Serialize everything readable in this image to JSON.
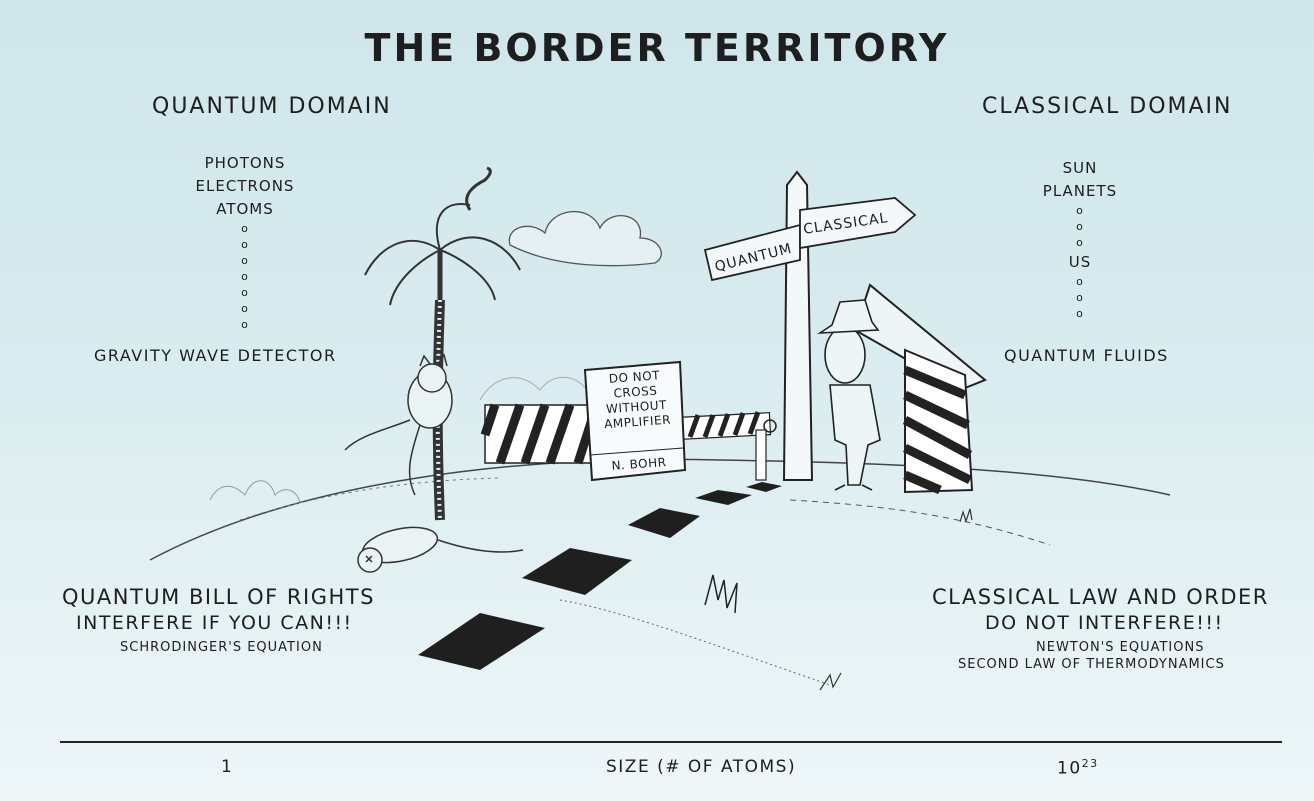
{
  "title": "THE BORDER TERRITORY",
  "quantum": {
    "heading": "QUANTUM DOMAIN",
    "items": [
      "PHOTONS",
      "ELECTRONS",
      "ATOMS"
    ],
    "bottom_item": "GRAVITY WAVE DETECTOR",
    "rights_title": "QUANTUM BILL OF RIGHTS",
    "rights_motto": "INTERFERE IF YOU CAN!!!",
    "rights_law": "SCHRODINGER'S EQUATION"
  },
  "classical": {
    "heading": "CLASSICAL DOMAIN",
    "items": [
      "SUN",
      "PLANETS"
    ],
    "middle_item": "US",
    "bottom_item": "QUANTUM FLUIDS",
    "law_title": "CLASSICAL LAW AND ORDER",
    "law_motto": "DO NOT INTERFERE!!!",
    "law_1": "NEWTON'S EQUATIONS",
    "law_2": "SECOND LAW OF THERMODYNAMICS"
  },
  "signpost": {
    "left": "QUANTUM",
    "right": "CLASSICAL"
  },
  "sign": {
    "lines": [
      "DO NOT",
      "CROSS",
      "WITHOUT",
      "AMPLIFIER"
    ],
    "signature": "N. BOHR"
  },
  "axis": {
    "label": "SIZE (# OF ATOMS)",
    "min": "1",
    "max_base": "10",
    "max_exp": "23"
  },
  "colors": {
    "background_top": "#cfe6ea",
    "background_bottom": "#eef6f8",
    "ink": "#1e1e1e"
  }
}
